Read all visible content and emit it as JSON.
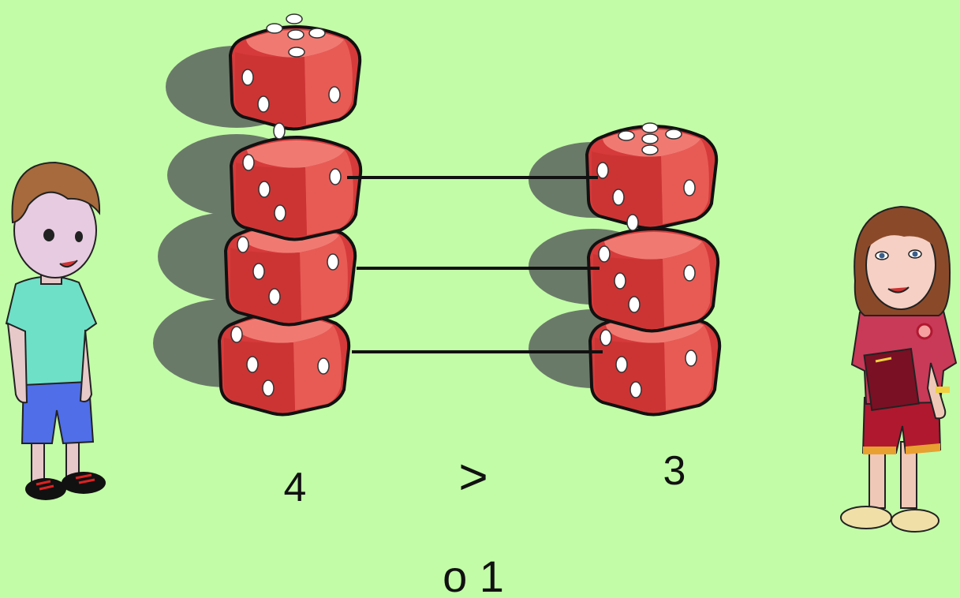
{
  "scene": {
    "background_color": "#c2fca7",
    "die_color": "#e04848",
    "die_highlight_color": "#f07a72",
    "pip_color": "#ffffff",
    "shadow_color": "#6a7a68"
  },
  "left_stack": {
    "count_label": "4",
    "dice_count": 4
  },
  "right_stack": {
    "count_label": "3",
    "dice_count": 3
  },
  "comparison_symbol": ">",
  "footer_text": "o 1",
  "characters": [
    "boy",
    "girl"
  ]
}
